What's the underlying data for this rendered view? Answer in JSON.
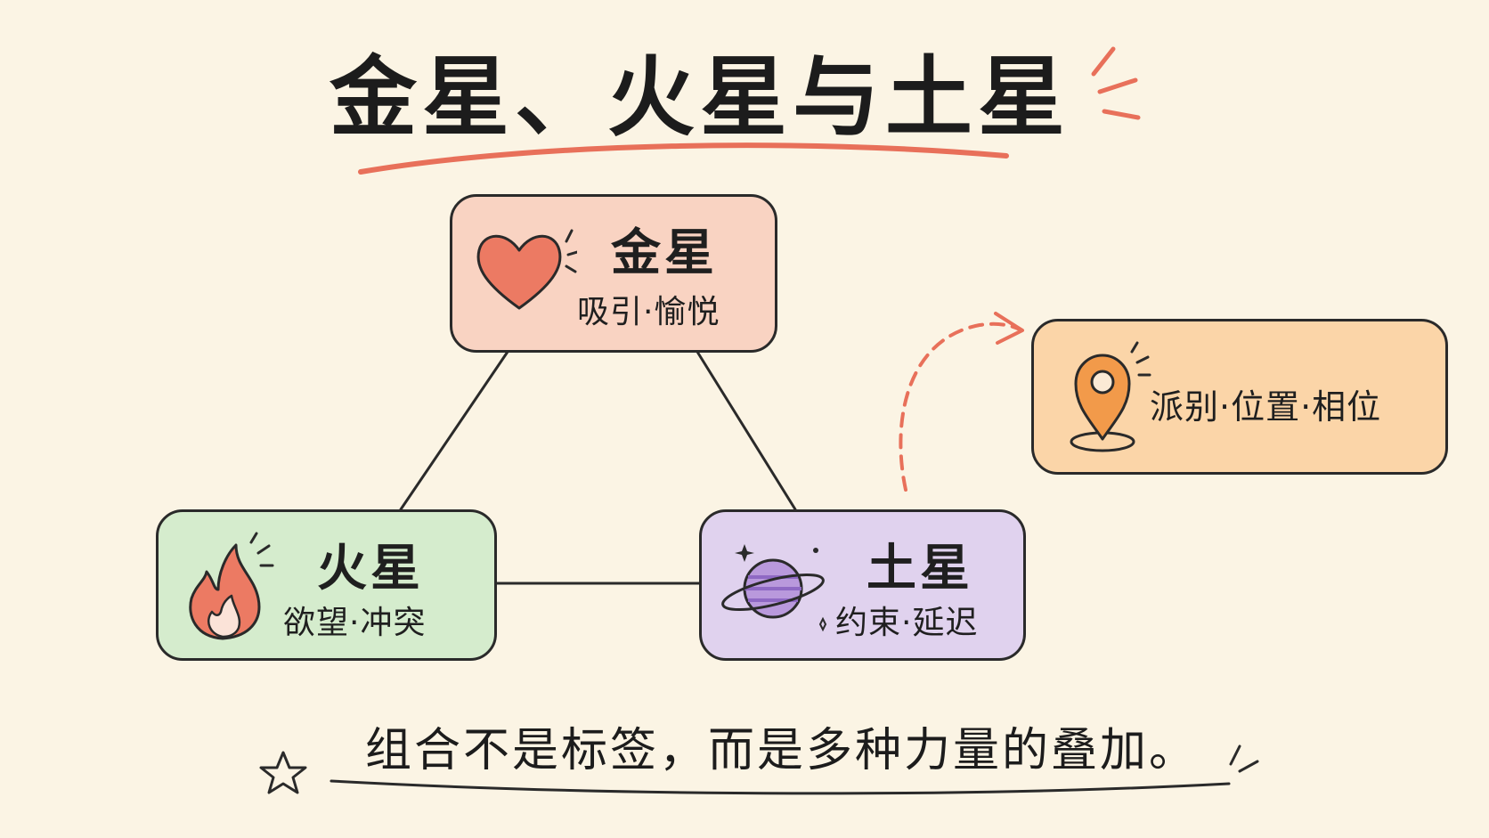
{
  "title": "金星、火星与土星",
  "nodes": {
    "venus": {
      "title": "金星",
      "subtitle": "吸引·愉悦",
      "icon": "heart-icon"
    },
    "mars": {
      "title": "火星",
      "subtitle": "欲望·冲突",
      "icon": "flame-icon"
    },
    "saturn": {
      "title": "土星",
      "subtitle": "约束·延迟",
      "icon": "ringed-planet-icon"
    },
    "location": {
      "subtitle": "派别·位置·相位",
      "icon": "map-pin-icon"
    }
  },
  "tagline": "组合不是标签，而是多种力量的叠加。",
  "colors": {
    "background": "#fbf4e4",
    "venus_fill": "#f9d3c2",
    "mars_fill": "#d5eccd",
    "saturn_fill": "#e0d2ee",
    "location_fill": "#fbd5a8",
    "accent_red": "#e8705a",
    "outline": "#2a2a2a"
  }
}
